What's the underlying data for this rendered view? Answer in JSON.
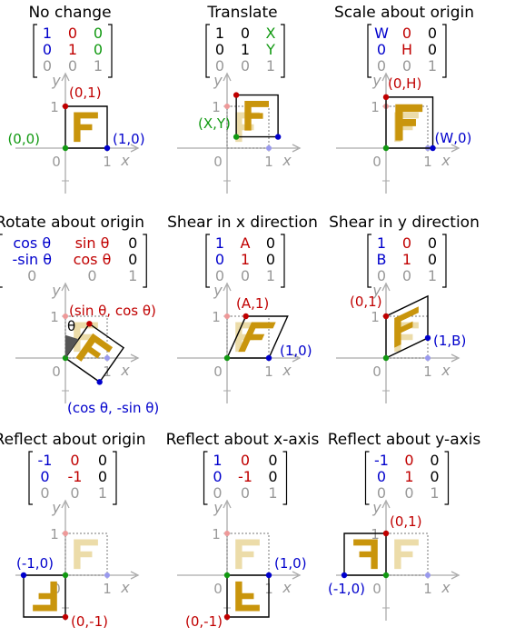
{
  "colors": {
    "red": "#c00000",
    "blue": "#0000cc",
    "green": "#119911",
    "gold": "#c9950c",
    "gold_faded": "#ecdca9",
    "gray": "#999999",
    "black": "#000000"
  },
  "ticks": {
    "origin": "0",
    "one_x": "1",
    "one_y": "1",
    "x_axis": "x",
    "y_axis": "y"
  },
  "panels": [
    {
      "title": "No change",
      "matrix": [
        [
          {
            "t": "1",
            "c": "blue"
          },
          {
            "t": "0",
            "c": "red"
          },
          {
            "t": "0",
            "c": "green"
          }
        ],
        [
          {
            "t": "0",
            "c": "blue"
          },
          {
            "t": "1",
            "c": "red"
          },
          {
            "t": "0",
            "c": "green"
          }
        ],
        [
          {
            "t": "0",
            "c": "gray"
          },
          {
            "t": "0",
            "c": "gray"
          },
          {
            "t": "1",
            "c": "gray"
          }
        ]
      ],
      "annotations": [
        {
          "t": "(0,1)",
          "c": "red"
        },
        {
          "t": "(0,0)",
          "c": "green"
        },
        {
          "t": "(1,0)",
          "c": "blue"
        }
      ]
    },
    {
      "title": "Translate",
      "matrix": [
        [
          {
            "t": "1",
            "c": "black"
          },
          {
            "t": "0",
            "c": "black"
          },
          {
            "t": "X",
            "c": "green"
          }
        ],
        [
          {
            "t": "0",
            "c": "black"
          },
          {
            "t": "1",
            "c": "black"
          },
          {
            "t": "Y",
            "c": "green"
          }
        ],
        [
          {
            "t": "0",
            "c": "gray"
          },
          {
            "t": "0",
            "c": "gray"
          },
          {
            "t": "1",
            "c": "gray"
          }
        ]
      ],
      "annotations": [
        {
          "t": "(X,Y)",
          "c": "green"
        }
      ]
    },
    {
      "title": "Scale about origin",
      "matrix": [
        [
          {
            "t": "W",
            "c": "blue"
          },
          {
            "t": "0",
            "c": "red"
          },
          {
            "t": "0",
            "c": "black"
          }
        ],
        [
          {
            "t": "0",
            "c": "blue"
          },
          {
            "t": "H",
            "c": "red"
          },
          {
            "t": "0",
            "c": "black"
          }
        ],
        [
          {
            "t": "0",
            "c": "gray"
          },
          {
            "t": "0",
            "c": "gray"
          },
          {
            "t": "1",
            "c": "gray"
          }
        ]
      ],
      "annotations": [
        {
          "t": "(0,H)",
          "c": "red"
        },
        {
          "t": "(W,0)",
          "c": "blue"
        }
      ]
    },
    {
      "title": "Rotate about origin",
      "matrix": [
        [
          {
            "t": "cos θ",
            "c": "blue"
          },
          {
            "t": "sin θ",
            "c": "red"
          },
          {
            "t": "0",
            "c": "black"
          }
        ],
        [
          {
            "t": "-sin θ",
            "c": "blue"
          },
          {
            "t": "cos θ",
            "c": "red"
          },
          {
            "t": "0",
            "c": "black"
          }
        ],
        [
          {
            "t": "0",
            "c": "gray"
          },
          {
            "t": "0",
            "c": "gray"
          },
          {
            "t": "1",
            "c": "gray"
          }
        ]
      ],
      "annotations": [
        {
          "t": "(sin θ, cos θ)",
          "c": "red"
        },
        {
          "t": "(cos θ, -sin θ)",
          "c": "blue"
        },
        {
          "t": "θ",
          "c": "black"
        }
      ]
    },
    {
      "title": "Shear in x direction",
      "matrix": [
        [
          {
            "t": "1",
            "c": "blue"
          },
          {
            "t": "A",
            "c": "red"
          },
          {
            "t": "0",
            "c": "black"
          }
        ],
        [
          {
            "t": "0",
            "c": "blue"
          },
          {
            "t": "1",
            "c": "red"
          },
          {
            "t": "0",
            "c": "black"
          }
        ],
        [
          {
            "t": "0",
            "c": "gray"
          },
          {
            "t": "0",
            "c": "gray"
          },
          {
            "t": "1",
            "c": "gray"
          }
        ]
      ],
      "annotations": [
        {
          "t": "(A,1)",
          "c": "red"
        },
        {
          "t": "(1,0)",
          "c": "blue"
        }
      ]
    },
    {
      "title": "Shear in y direction",
      "matrix": [
        [
          {
            "t": "1",
            "c": "blue"
          },
          {
            "t": "0",
            "c": "red"
          },
          {
            "t": "0",
            "c": "black"
          }
        ],
        [
          {
            "t": "B",
            "c": "blue"
          },
          {
            "t": "1",
            "c": "red"
          },
          {
            "t": "0",
            "c": "black"
          }
        ],
        [
          {
            "t": "0",
            "c": "gray"
          },
          {
            "t": "0",
            "c": "gray"
          },
          {
            "t": "1",
            "c": "gray"
          }
        ]
      ],
      "annotations": [
        {
          "t": "(0,1)",
          "c": "red"
        },
        {
          "t": "(1,B)",
          "c": "blue"
        }
      ]
    },
    {
      "title": "Reflect about origin",
      "matrix": [
        [
          {
            "t": "-1",
            "c": "blue"
          },
          {
            "t": "0",
            "c": "red"
          },
          {
            "t": "0",
            "c": "black"
          }
        ],
        [
          {
            "t": "0",
            "c": "blue"
          },
          {
            "t": "-1",
            "c": "red"
          },
          {
            "t": "0",
            "c": "black"
          }
        ],
        [
          {
            "t": "0",
            "c": "gray"
          },
          {
            "t": "0",
            "c": "gray"
          },
          {
            "t": "1",
            "c": "gray"
          }
        ]
      ],
      "annotations": [
        {
          "t": "(-1,0)",
          "c": "blue"
        },
        {
          "t": "(0,-1)",
          "c": "red"
        }
      ]
    },
    {
      "title": "Reflect about x-axis",
      "matrix": [
        [
          {
            "t": "1",
            "c": "blue"
          },
          {
            "t": "0",
            "c": "red"
          },
          {
            "t": "0",
            "c": "black"
          }
        ],
        [
          {
            "t": "0",
            "c": "blue"
          },
          {
            "t": "-1",
            "c": "red"
          },
          {
            "t": "0",
            "c": "black"
          }
        ],
        [
          {
            "t": "0",
            "c": "gray"
          },
          {
            "t": "0",
            "c": "gray"
          },
          {
            "t": "1",
            "c": "gray"
          }
        ]
      ],
      "annotations": [
        {
          "t": "(1,0)",
          "c": "blue"
        },
        {
          "t": "(0,-1)",
          "c": "red"
        }
      ]
    },
    {
      "title": "Reflect about y-axis",
      "matrix": [
        [
          {
            "t": "-1",
            "c": "blue"
          },
          {
            "t": "0",
            "c": "red"
          },
          {
            "t": "0",
            "c": "black"
          }
        ],
        [
          {
            "t": "0",
            "c": "blue"
          },
          {
            "t": "1",
            "c": "red"
          },
          {
            "t": "0",
            "c": "black"
          }
        ],
        [
          {
            "t": "0",
            "c": "gray"
          },
          {
            "t": "0",
            "c": "gray"
          },
          {
            "t": "1",
            "c": "gray"
          }
        ]
      ],
      "annotations": [
        {
          "t": "(0,1)",
          "c": "red"
        },
        {
          "t": "(-1,0)",
          "c": "blue"
        }
      ]
    }
  ]
}
